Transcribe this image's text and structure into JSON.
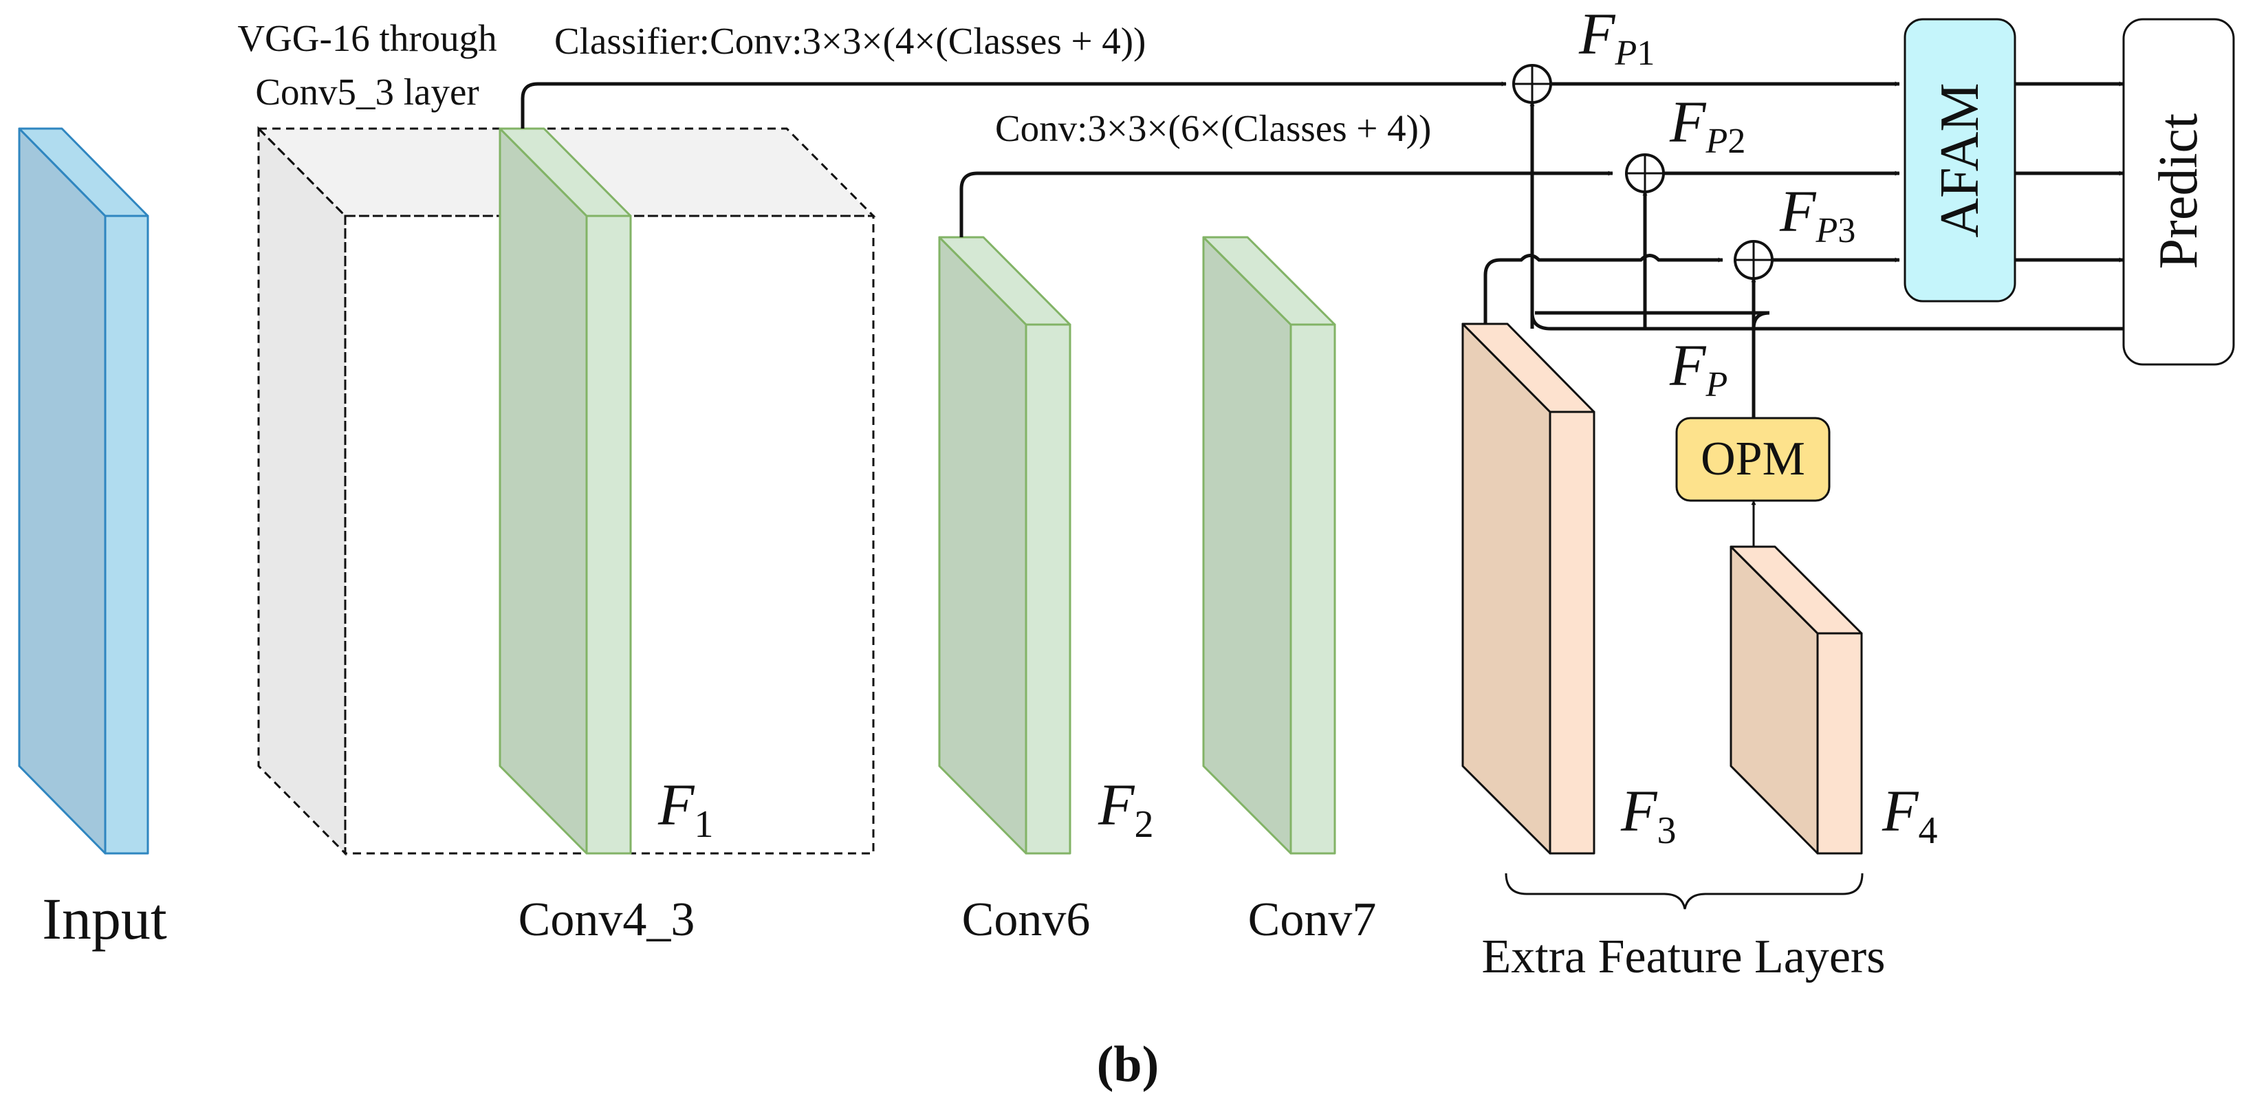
{
  "labels": {
    "input": "Input",
    "vgg_line1": "VGG-16 through",
    "vgg_line2": "Conv5_3 layer",
    "conv4_3": "Conv4_3",
    "conv6": "Conv6",
    "conv7": "Conv7",
    "extra": "Extra Feature Layers",
    "classifier": "Classifier:Conv:3×3×(4×(Classes + 4))",
    "conv_small": "Conv:3×3×(6×(Classes + 4))",
    "afam": "AFAM",
    "predict": "Predict",
    "opm": "OPM",
    "caption": "(b)"
  },
  "features": {
    "f1": {
      "main": "F",
      "sub": "1"
    },
    "f2": {
      "main": "F",
      "sub": "2"
    },
    "f3": {
      "main": "F",
      "sub": "3"
    },
    "f4": {
      "main": "F",
      "sub": "4"
    },
    "fp1": {
      "main": "F",
      "sub": "P",
      "sub2": "1"
    },
    "fp2": {
      "main": "F",
      "sub": "P",
      "sub2": "2"
    },
    "fp3": {
      "main": "F",
      "sub": "P",
      "sub2": "3"
    },
    "fp": {
      "main": "F",
      "sub": "P"
    }
  },
  "symbols": {
    "plus": "+"
  },
  "colors": {
    "input": "#b0dcef",
    "input_side": "#a2c7dc",
    "input_stroke": "#2f86c0",
    "green": "#d5e8d4",
    "green_side": "#bed2bc",
    "green_stroke": "#82b366",
    "orange": "#fde2cf",
    "orange_side": "#e9cfb7",
    "orange_stroke": "#111111",
    "afam_fill": "#c5f5fb",
    "opm_fill": "#fde28c"
  }
}
